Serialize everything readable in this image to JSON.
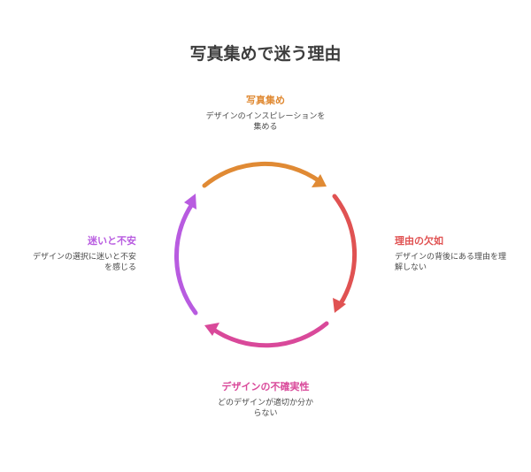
{
  "title": "写真集めで迷う理由",
  "stages": [
    {
      "label": "写真集め",
      "description": "デザインのインスピレーションを集める",
      "color": "#e08a34"
    },
    {
      "label": "理由の欠如",
      "description": "デザインの背後にある理由を理解しない",
      "color": "#e05252"
    },
    {
      "label": "デザインの不確実性",
      "description": "どのデザインが適切か分からない",
      "color": "#d9499a"
    },
    {
      "label": "迷いと不安",
      "description": "デザインの選択に迷いと不安を感じる",
      "color": "#b85be0"
    }
  ]
}
